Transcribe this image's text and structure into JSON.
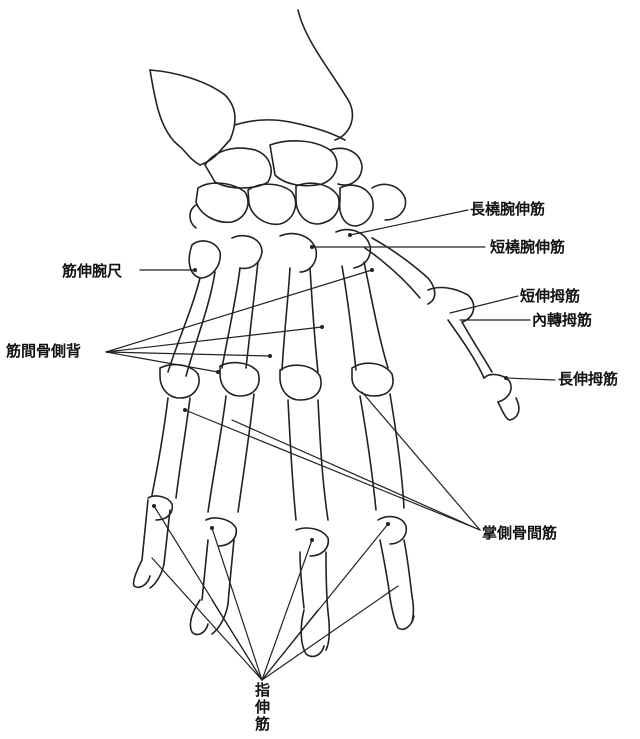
{
  "labels": {
    "ecrl": "長橈腕伸筋",
    "ecrb": "短橈腕伸筋",
    "ecu": "筋伸腕尺",
    "epb": "短伸拇筋",
    "apl": "內轉拇筋",
    "epl": "長伸拇筋",
    "dorsal_interossei": "筋間骨側背",
    "palmar_interossei": "掌側骨間筋",
    "ext_digitorum": "指伸筋"
  }
}
